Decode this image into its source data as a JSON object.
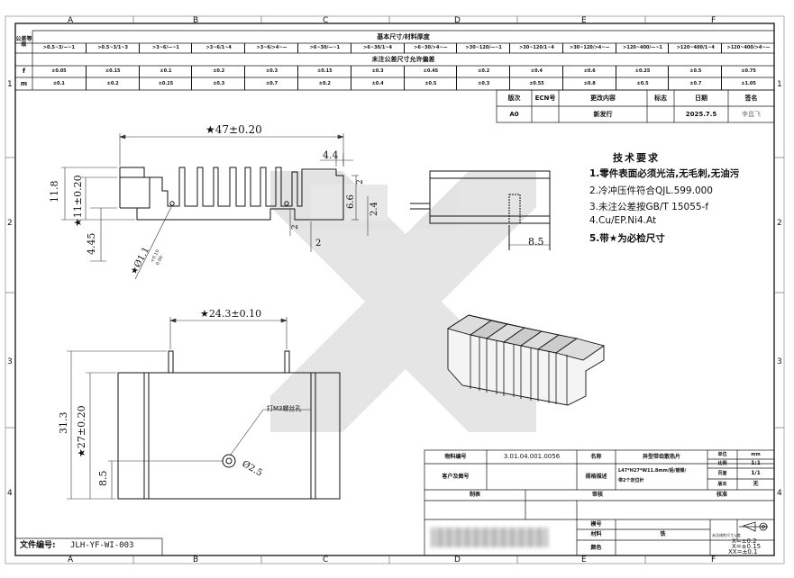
{
  "frame": {
    "top_zones": [
      "A",
      "B",
      "C",
      "D",
      "E",
      "F"
    ],
    "bottom_zones": [
      "A",
      "B",
      "C",
      "D",
      "E",
      "F"
    ],
    "left_zones": [
      "1",
      "2",
      "3",
      "4"
    ],
    "right_zones": [
      "1",
      "2",
      "3",
      "4"
    ]
  },
  "tolerance_table": {
    "corner_label": "公差等级",
    "header_basic": "基本尺寸/材料厚度",
    "header_unnoted": "未注公差尺寸允许偏差",
    "size_ranges": [
      ">0.5~3/—~1",
      ">0.5~3/1~3",
      ">3~6/—~1",
      ">3~6/1~4",
      ">3~6/>4~—",
      ">6~30/—~1",
      ">6~30/1~4",
      ">6~30/>4~—",
      ">30~120/—~1",
      ">30~120/1~4",
      ">30~120/>4~—",
      ">120~400/—~1",
      ">120~400/1~4",
      ">120~400/>4~—"
    ],
    "row_f": {
      "label": "f",
      "values": [
        "±0.05",
        "±0.15",
        "±0.1",
        "±0.2",
        "±0.3",
        "±0.15",
        "±0.3",
        "±0.45",
        "±0.2",
        "±0.4",
        "±0.6",
        "±0.25",
        "±0.5",
        "±0.75"
      ]
    },
    "row_m": {
      "label": "m",
      "values": [
        "±0.1",
        "±0.2",
        "±0.15",
        "±0.3",
        "±0.7",
        "±0.2",
        "±0.4",
        "±0.5",
        "±0.3",
        "±0.55",
        "±0.8",
        "±0.5",
        "±0.7",
        "±1.05"
      ]
    }
  },
  "revision_table": {
    "headers": [
      "版次",
      "ECN号",
      "更改内容",
      "标志",
      "日期",
      "签名"
    ],
    "rows": [
      [
        "A0",
        "",
        "新发行",
        "",
        "2025.7.5",
        "李昌飞"
      ]
    ]
  },
  "tech_requirements": {
    "title": "技术要求",
    "items": [
      "1.零件表面必须光洁,无毛刺,无油污",
      "2.冷冲压件符合QJL.599.000",
      "3.未注公差按GB/T 15055-f",
      "4.Cu/EP.Ni4.At",
      "5.带★为必检尺寸"
    ]
  },
  "dimensions": {
    "length": "★47±0.20",
    "height": "11.8",
    "height_key": "★11±0.20",
    "base_h": "4.45",
    "top_right": "4.4",
    "slot_6_6": "6.6",
    "slot_2_top": "2",
    "slot_2_4": "2.4",
    "slot_2_mid": "2",
    "slot_2_bottom": "2",
    "pin_dia": "★Ø1.1",
    "pin_tol_upper": "+0.10",
    "pin_tol_lower": "0.00",
    "side_8_5": "8.5",
    "pin_spacing": "★24.3±0.10",
    "overall_h": "31.3",
    "overall_h_key": "★27±0.20",
    "bottom_8_5": "8.5",
    "hole_dia": "Ø2.5",
    "hole_note": "打M3螺丝孔"
  },
  "title_block": {
    "material_code_label": "物料编号",
    "material_code": "3.01.04.001.0056",
    "name_label": "名称",
    "name": "异型带齿散热片",
    "unit_label": "单位",
    "unit": "mm",
    "customer_label": "客户及图号",
    "spec_label": "规格描述",
    "spec_line1": "L47*H27*W11.8mm/铝/镀镍/",
    "spec_line2": "带2个定位针",
    "scale_label": "比例",
    "scale": "1:1",
    "page_label": "页面",
    "page": "1/1",
    "version_label": "版本",
    "version": "无",
    "drawn_label": "制表",
    "review_label": "审核",
    "approve_label": "核准",
    "model_label": "模号",
    "material_label": "材料",
    "material": "铁",
    "color_label": "颜色",
    "tolerance_note_label": "未注线性尺寸公差",
    "tol_x": "X=±0.2",
    "tol_xx": "X=±0.15",
    "tol_xxx": "XX=±0.1"
  },
  "file_number": {
    "label": "文件编号:",
    "value": "JLH-YF-WI-003"
  }
}
